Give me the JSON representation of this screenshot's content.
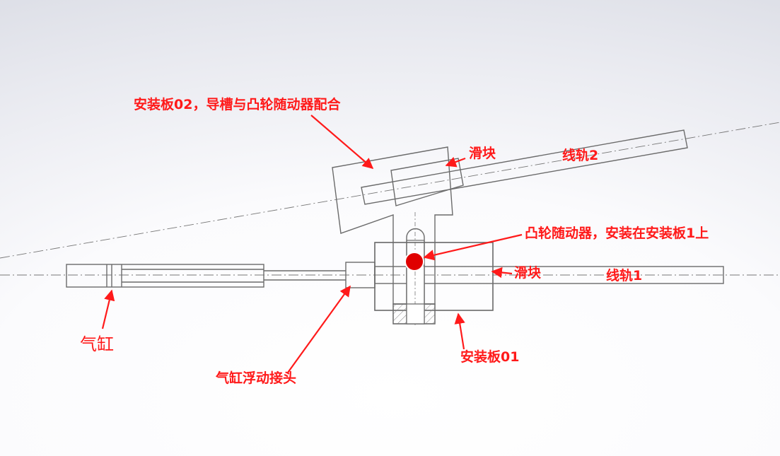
{
  "labels": {
    "plate02": "安装板02，导槽与凸轮随动器配合",
    "slider_top": "滑块",
    "rail2": "线轨2",
    "cam_follower": "凸轮随动器，安装在安装板1上",
    "slider_bottom": "滑块",
    "rail1": "线轨1",
    "cylinder": "气缸",
    "floating_joint": "气缸浮动接头",
    "plate01": "安装板01"
  },
  "colors": {
    "annotation": "#ff1a1a",
    "part_outline": "#6b6b6b",
    "cam_follower_dot": "#e00000"
  }
}
